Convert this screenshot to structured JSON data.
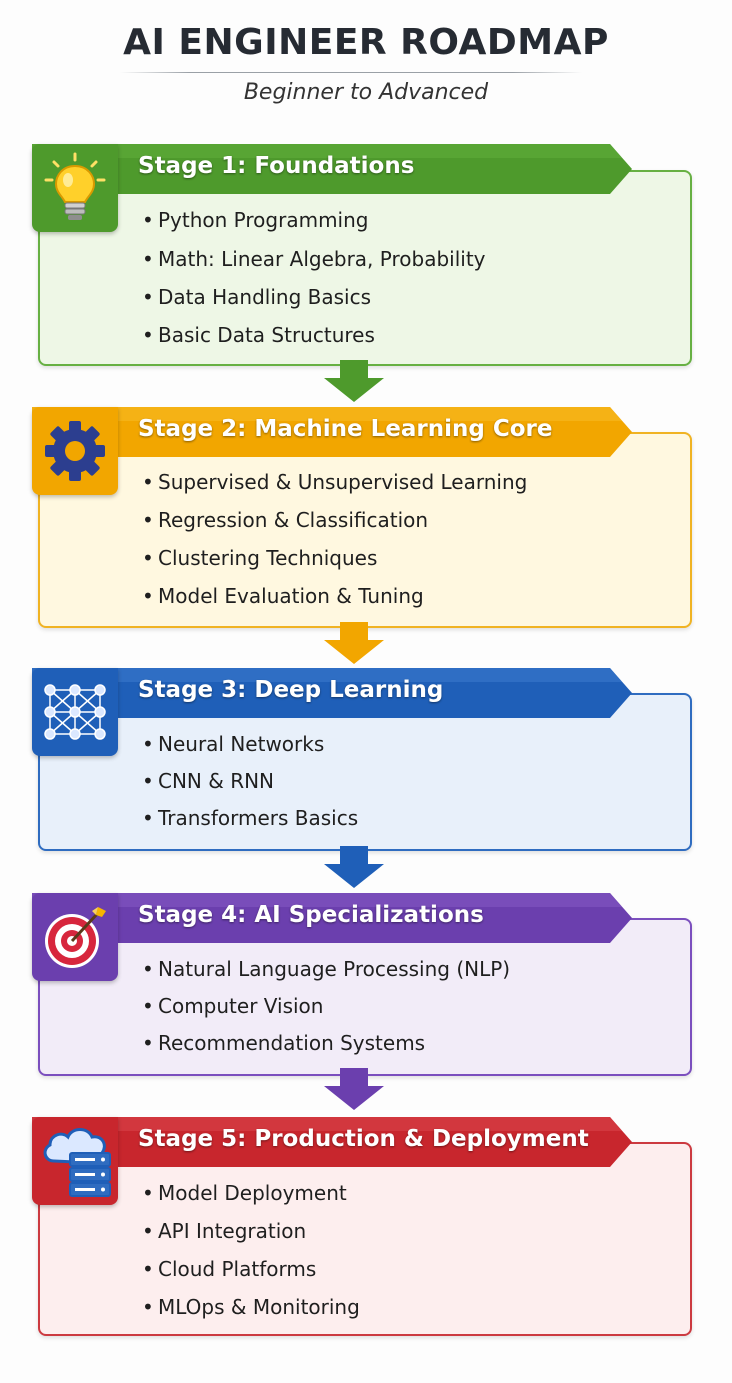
{
  "header": {
    "title": "AI ENGINEER ROADMAP",
    "subtitle": "Beginner to Advanced"
  },
  "stages": [
    {
      "title": "Stage 1: Foundations",
      "icon": "lightbulb-icon",
      "color": "#4e9a2c",
      "items": [
        "Python Programming",
        "Math: Linear Algebra,  Probability",
        "Data Handling Basics",
        "Basic Data Structures"
      ]
    },
    {
      "title": "Stage 2: Machine Learning Core",
      "icon": "gear-icon",
      "color": "#f2a600",
      "items": [
        "Supervised & Unsupervised Learning",
        "Regression & Classification",
        "Clustering Techniques",
        "Model Evaluation & Tuning"
      ]
    },
    {
      "title": "Stage 3: Deep Learning",
      "icon": "neural-network-icon",
      "color": "#1f5fb8",
      "items": [
        "Neural Networks",
        "CNN & RNN",
        "Transformers Basics"
      ]
    },
    {
      "title": "Stage 4: AI Specializations",
      "icon": "target-icon",
      "color": "#6b3fae",
      "items": [
        "Natural Language Processing (NLP)",
        "Computer Vision",
        "Recommendation Systems"
      ]
    },
    {
      "title": "Stage 5: Production & Deployment",
      "icon": "cloud-server-icon",
      "color": "#c8262d",
      "items": [
        "Model Deployment",
        "API Integration",
        "Cloud Platforms",
        "MLOps & Monitoring"
      ]
    }
  ]
}
